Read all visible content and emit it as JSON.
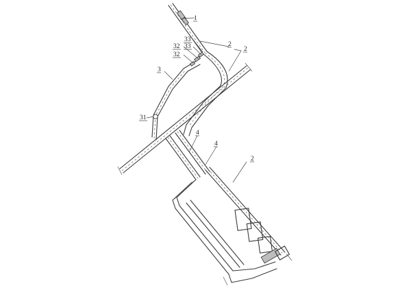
{
  "labels": {
    "l1": "1",
    "l2a": "2",
    "l2b": "2",
    "l2c": "2",
    "l3": "3",
    "l31": "31",
    "l32a": "32",
    "l32b": "32",
    "l33a": "33",
    "l33b": "33",
    "l4a": "4",
    "l4b": "4"
  }
}
